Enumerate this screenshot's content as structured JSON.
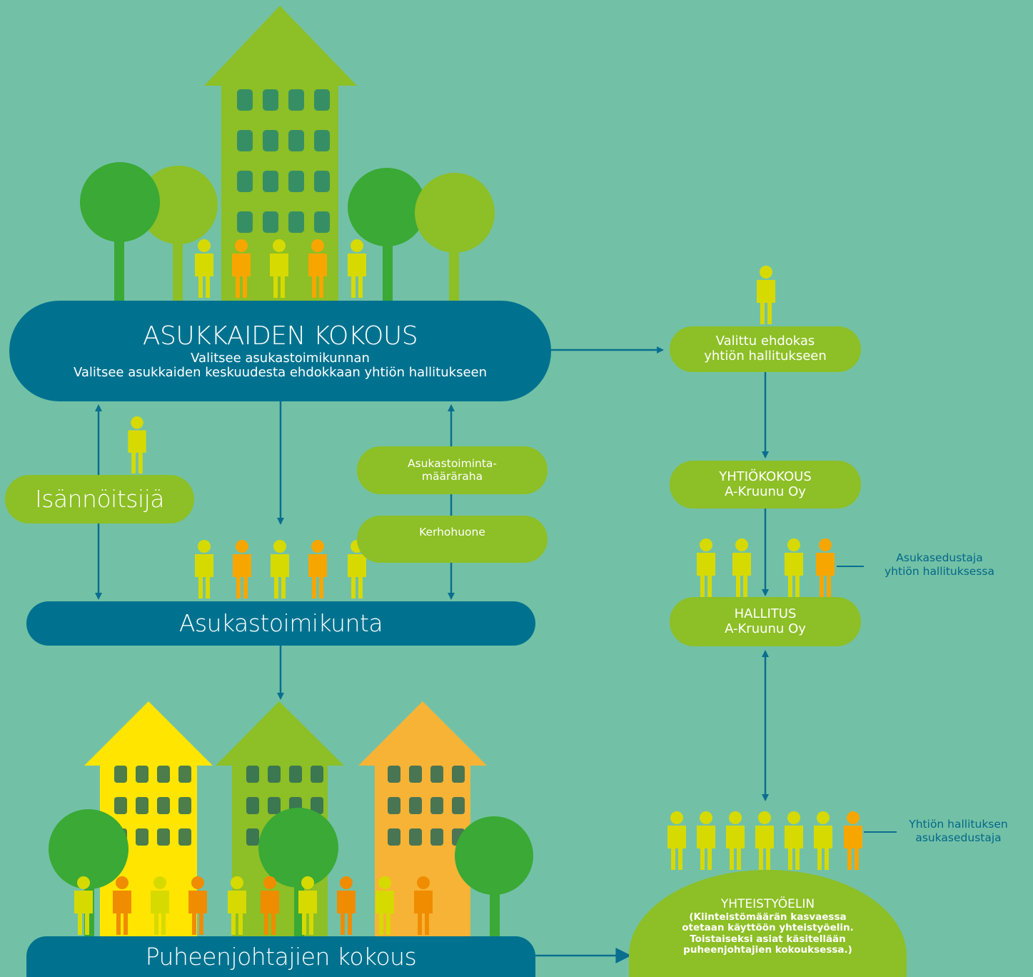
{
  "assembly": {
    "title": "ASUKKAIDEN KOKOUS",
    "line1": "Valitsee asukastoimikunnan",
    "line2": "Valitsee asukkaiden keskuudesta ehdokkaan yhtiön hallitukseen"
  },
  "manager": "Isännöitsijä",
  "funding": {
    "line1": "Asukastoiminta-",
    "line2": "määräraha"
  },
  "clubroom": "Kerhohuone",
  "committee": "Asukastoimikunta",
  "chairs": "Puheenjohtajien kokous",
  "candidate": {
    "line1": "Valittu ehdokas",
    "line2": "yhtiön hallitukseen"
  },
  "agm": {
    "line1": "YHTIÖKOKOUS",
    "line2": "A-Kruunu Oy"
  },
  "board": {
    "line1": "HALLITUS",
    "line2": "A-Kruunu Oy"
  },
  "board_note": {
    "line1": "Asukasedustaja",
    "line2": "yhtiön hallituksessa"
  },
  "coop": {
    "title": "YHTEISTYÖELIN",
    "line1": "(Kiinteistömäärän kasvaessa",
    "line2": "otetaan käyttöön yhteistyöelin.",
    "line3": "Toistaiseksi asiat käsitellään",
    "line4": "puheenjohtajien kokouksessa.)"
  },
  "coop_note": {
    "line1": "Yhtiön hallituksen",
    "line2": "asukasedustaja"
  },
  "colors": {
    "background": "#72c1a6",
    "blue": "#00728f",
    "green": "#8dbf26",
    "dark_green": "#3aa935",
    "yellow": "#ffe500",
    "yellow_green": "#d7da00",
    "orange": "#f7a600"
  }
}
